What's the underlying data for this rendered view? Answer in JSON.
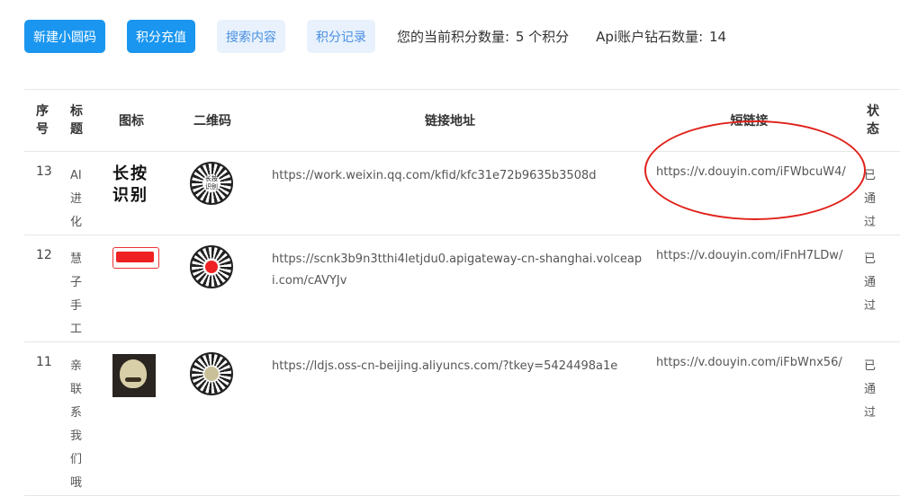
{
  "toolbar": {
    "new_qr_label": "新建小圆码",
    "recharge_label": "积分充值",
    "search_label": "搜索内容",
    "records_label": "积分记录"
  },
  "stats": {
    "points_label": "您的当前积分数量:",
    "points_value": "5 个积分",
    "diamonds_label": "Api账户钻石数量:",
    "diamonds_value": "14"
  },
  "table": {
    "headers": {
      "index": [
        "序",
        "号"
      ],
      "title": [
        "标",
        "题"
      ],
      "icon": "图标",
      "qrcode": "二维码",
      "link": "链接地址",
      "short": "短链接",
      "status": [
        "状",
        "态"
      ]
    },
    "rows": [
      {
        "index": "13",
        "title_chars": [
          "AI",
          "进",
          "化"
        ],
        "icon_text": [
          "长按",
          "识别"
        ],
        "qr_center": [
          "长按",
          "识别"
        ],
        "link": "https://work.weixin.qq.com/kfid/kfc31e72b9635b3508d",
        "short": "https://v.douyin.com/iFWbcuW4/",
        "status_chars": [
          "已",
          "通",
          "过"
        ]
      },
      {
        "index": "12",
        "title_chars": [
          "慧",
          "子",
          "手",
          "工"
        ],
        "link": "https://scnk3b9n3tthi4letjdu0.apigateway-cn-shanghai.volceapi.com/cAVYJv",
        "short": "https://v.douyin.com/iFnH7LDw/",
        "status_chars": [
          "已",
          "通",
          "过"
        ]
      },
      {
        "index": "11",
        "title_chars": [
          "亲",
          "联",
          "系",
          "我",
          "们",
          "哦"
        ],
        "link": "https://ldjs.oss-cn-beijing.aliyuncs.com/?tkey=5424498a1e",
        "short": "https://v.douyin.com/iFbWnx56/",
        "status_chars": [
          "已",
          "通",
          "过"
        ]
      }
    ]
  },
  "colors": {
    "primary": "#1a96f0",
    "light_button_bg": "#e8f1fc",
    "light_button_text": "#4a90e2",
    "annotation_circle": "#e0231c"
  }
}
